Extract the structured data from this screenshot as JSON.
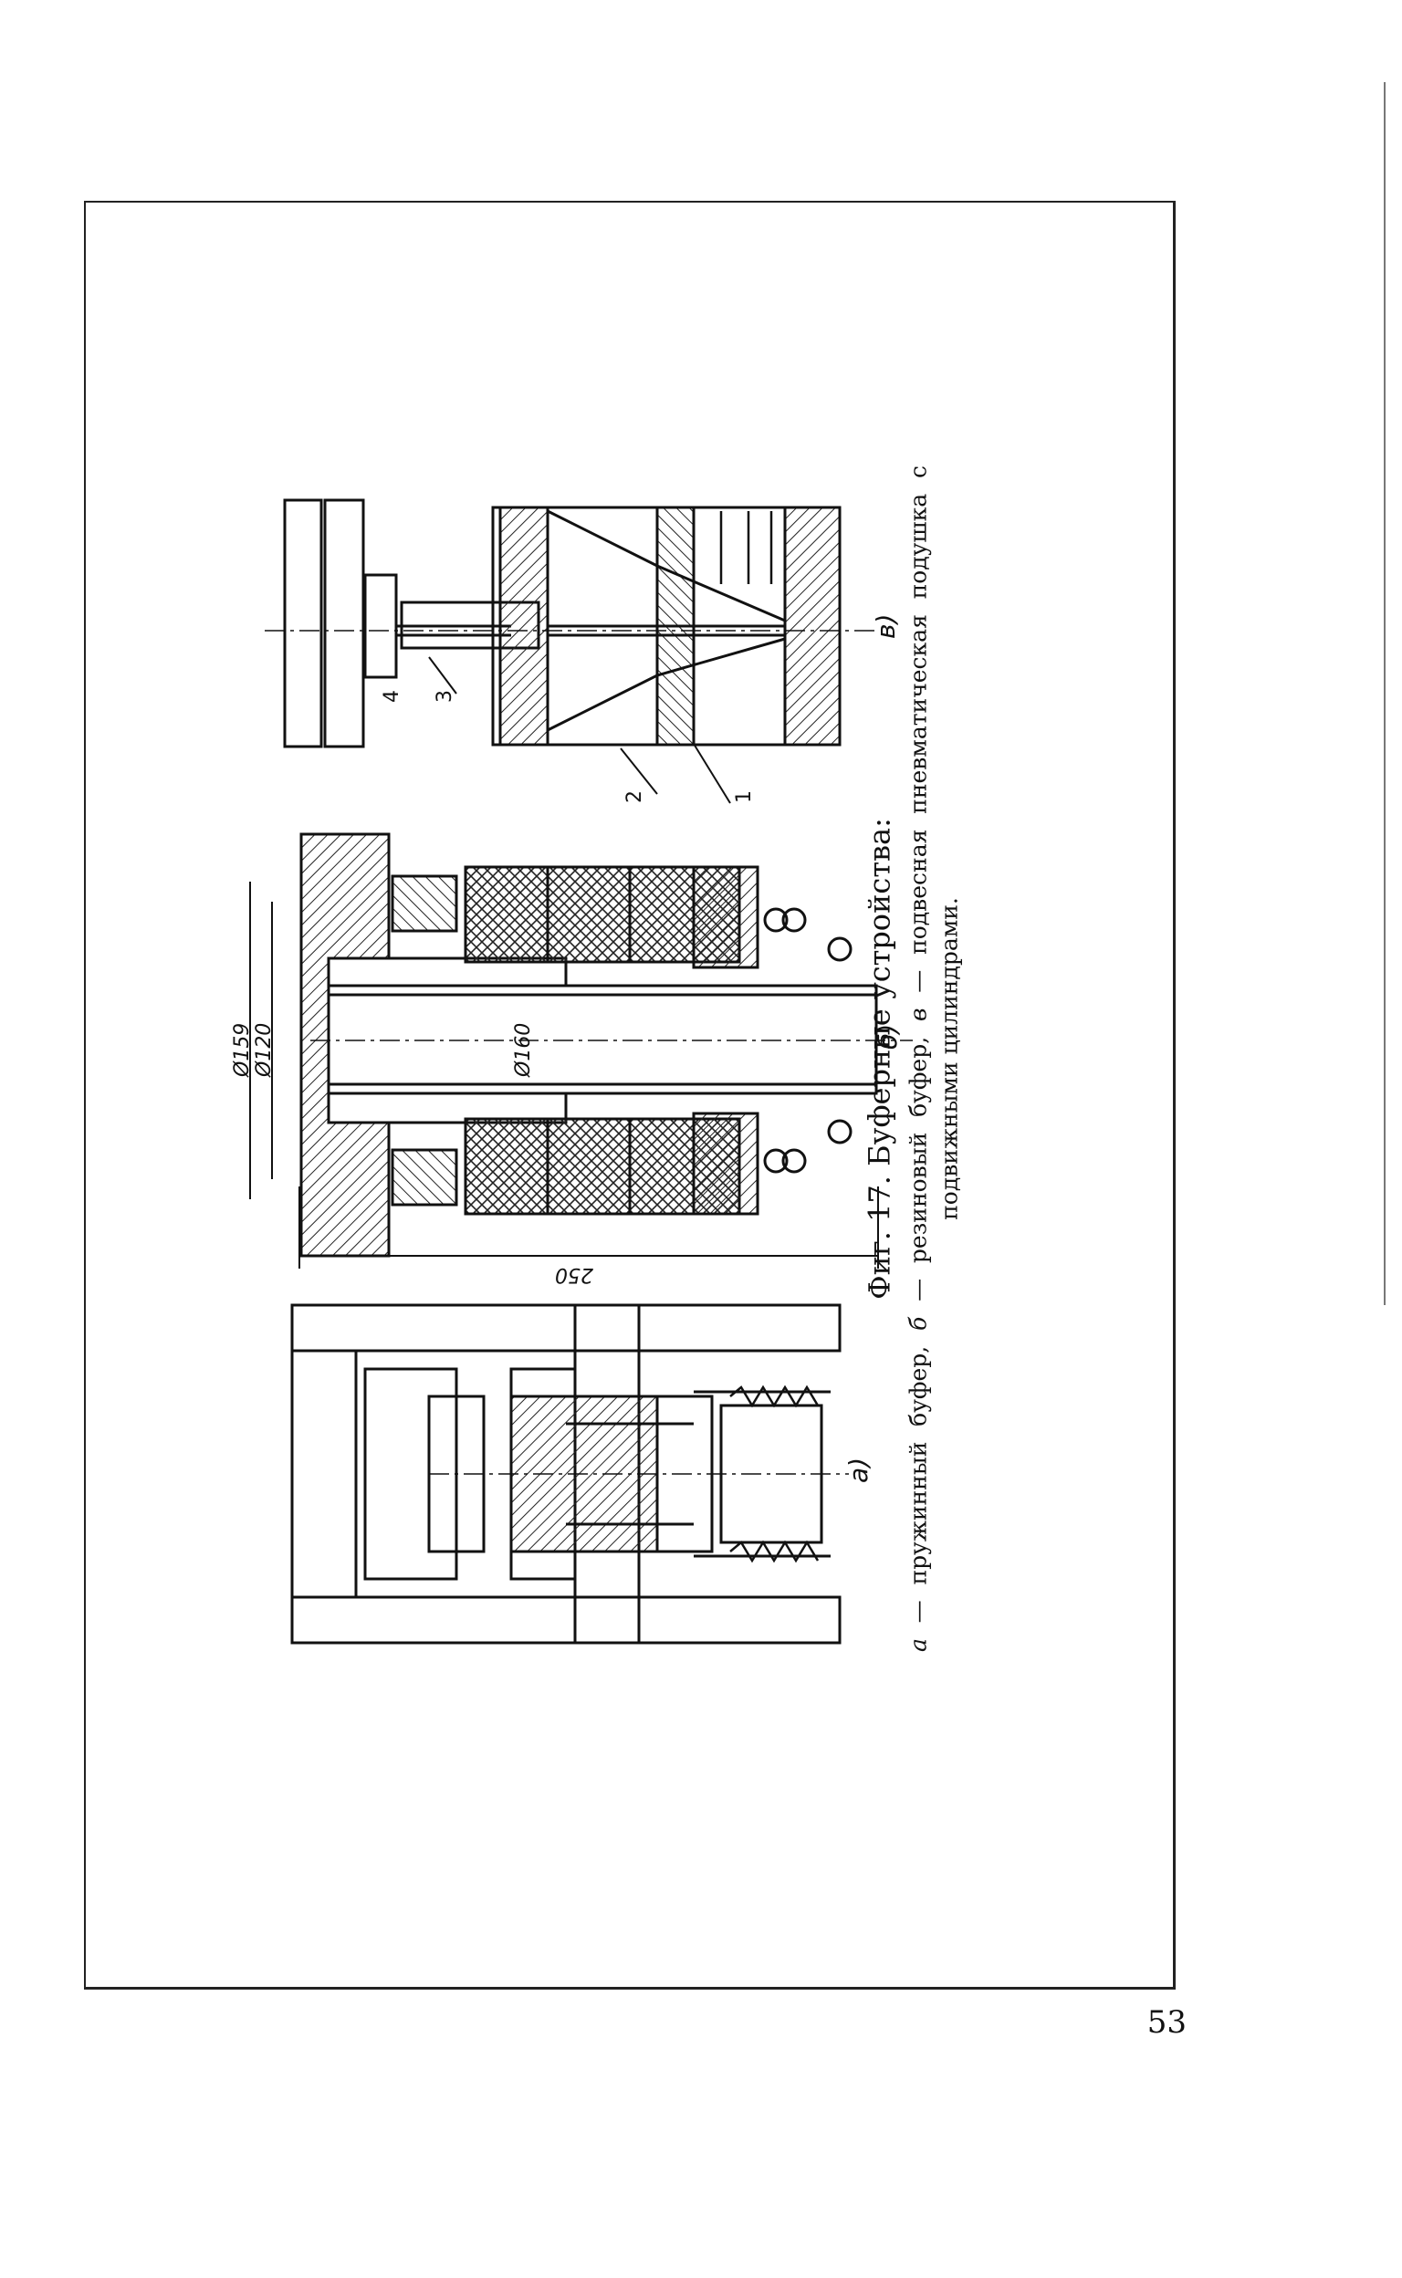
{
  "page": {
    "number": "53"
  },
  "figure": {
    "title": "Фиг. 17. Буферные устройства:",
    "caption_a_letter": "а",
    "caption_a_text": " — пружинный буфер, ",
    "caption_b_letter": "б",
    "caption_b_text": " — резиновый буфер, ",
    "caption_c_letter": "в",
    "caption_c_text": " — подвесная пневматическая подушка с подвижными цилиндрами.",
    "panels": {
      "a_label": "а)",
      "b_label": "б)",
      "c_label": "в)"
    },
    "dimensions": {
      "d159": "Ø159",
      "d120": "Ø120",
      "d160": "Ø160",
      "l250": "250"
    },
    "callouts": [
      "1",
      "2",
      "3",
      "4"
    ]
  }
}
